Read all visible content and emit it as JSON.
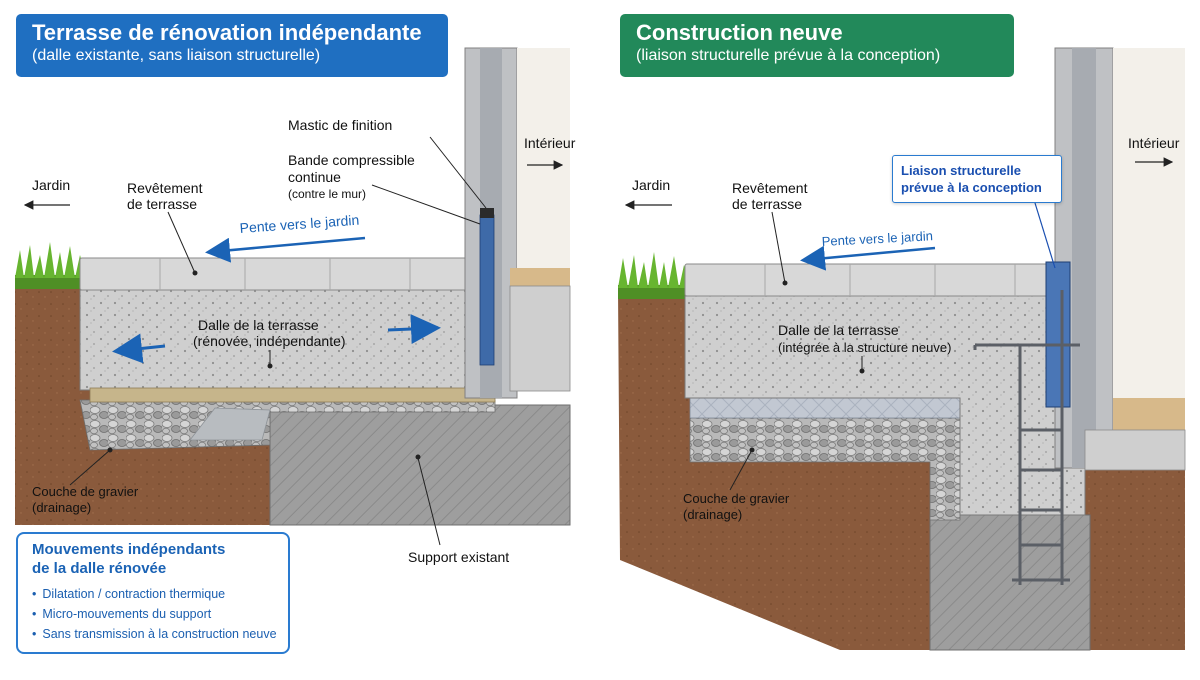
{
  "colors": {
    "header_left_bg": "#1f6fc1",
    "header_right_bg": "#22895a",
    "accent_blue": "#1b63b5",
    "soil": "#8a5a3c",
    "concrete": "#c9c9c9",
    "paving": "#d6d6d6",
    "gravel": "#9a9a9a",
    "grass": "#5aa02c"
  },
  "left": {
    "title": "Terrasse de rénovation indépendante",
    "subtitle": "(dalle existante, sans liaison structurelle)",
    "labels": {
      "mastic": "Mastic de finition",
      "bande_line1": "Bande compressible",
      "bande_line2": "continue",
      "bande_line3": "(contre le mur)",
      "interieur": "Intérieur",
      "jardin": "Jardin",
      "revetement_line1": "Revêtement",
      "revetement_line2": "de terrasse",
      "pente": "Pente vers le jardin",
      "dalle_line1": "Dalle de la terrasse",
      "dalle_line2": "(rénovée, indépendante)",
      "gravier_line1": "Couche de gravier",
      "gravier_line2": "(drainage)",
      "support": "Support existant"
    },
    "box": {
      "title_line1": "Mouvements  indépendants",
      "title_line2": "de la dalle rénovée",
      "items": [
        "Dilatation / contraction thermique",
        "Micro-mouvements du support",
        "Sans transmission à la construction neuve"
      ]
    }
  },
  "right": {
    "title": "Construction neuve",
    "subtitle": "(liaison structurelle prévue à la conception)",
    "labels": {
      "interieur": "Intérieur",
      "jardin": "Jardin",
      "revetement_line1": "Revêtement",
      "revetement_line2": "de terrasse",
      "pente": "Pente vers le jardin",
      "liaison_line1": "Liaison structurelle",
      "liaison_line2": "prévue à la conception",
      "dalle_line1": "Dalle de la  terrasse",
      "dalle_line2": "(intégrée à la structure neuve)",
      "gravier_line1": "Couche de gravier",
      "gravier_line2": "(drainage)"
    }
  }
}
